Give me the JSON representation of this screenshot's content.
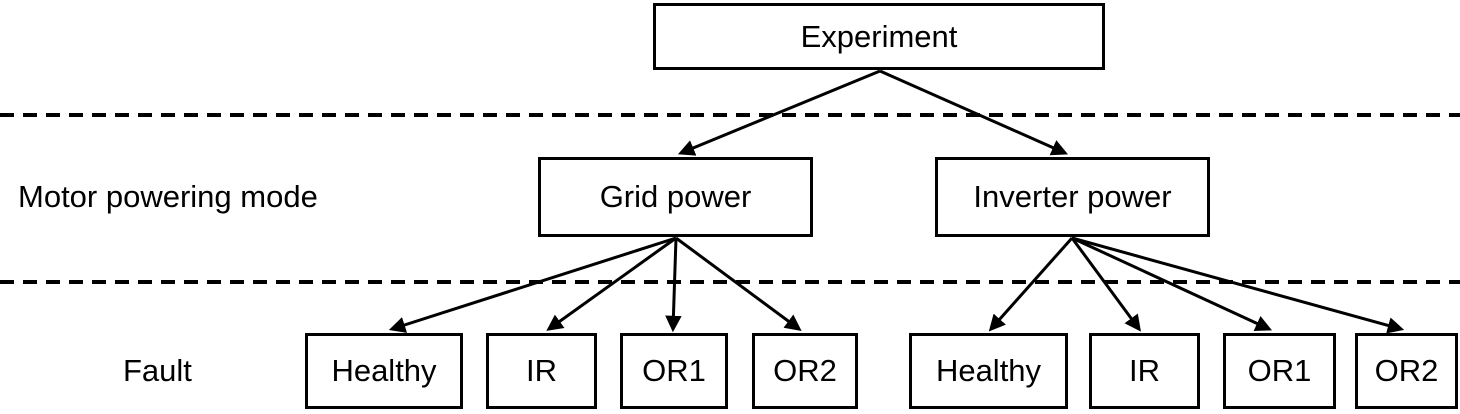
{
  "figure": {
    "background_color": "#ffffff",
    "line_color": "#000000",
    "root": {
      "label": "Experiment"
    },
    "levels": [
      {
        "axis_label": "Motor powering mode",
        "nodes": [
          {
            "label": "Grid power"
          },
          {
            "label": "Inverter power"
          }
        ]
      },
      {
        "axis_label": "Fault",
        "groups": [
          {
            "parent": "Grid power",
            "nodes": [
              {
                "label": "Healthy"
              },
              {
                "label": "IR"
              },
              {
                "label": "OR1"
              },
              {
                "label": "OR2"
              }
            ]
          },
          {
            "parent": "Inverter power",
            "nodes": [
              {
                "label": "Healthy"
              },
              {
                "label": "IR"
              },
              {
                "label": "OR1"
              },
              {
                "label": "OR2"
              }
            ]
          }
        ]
      }
    ]
  }
}
